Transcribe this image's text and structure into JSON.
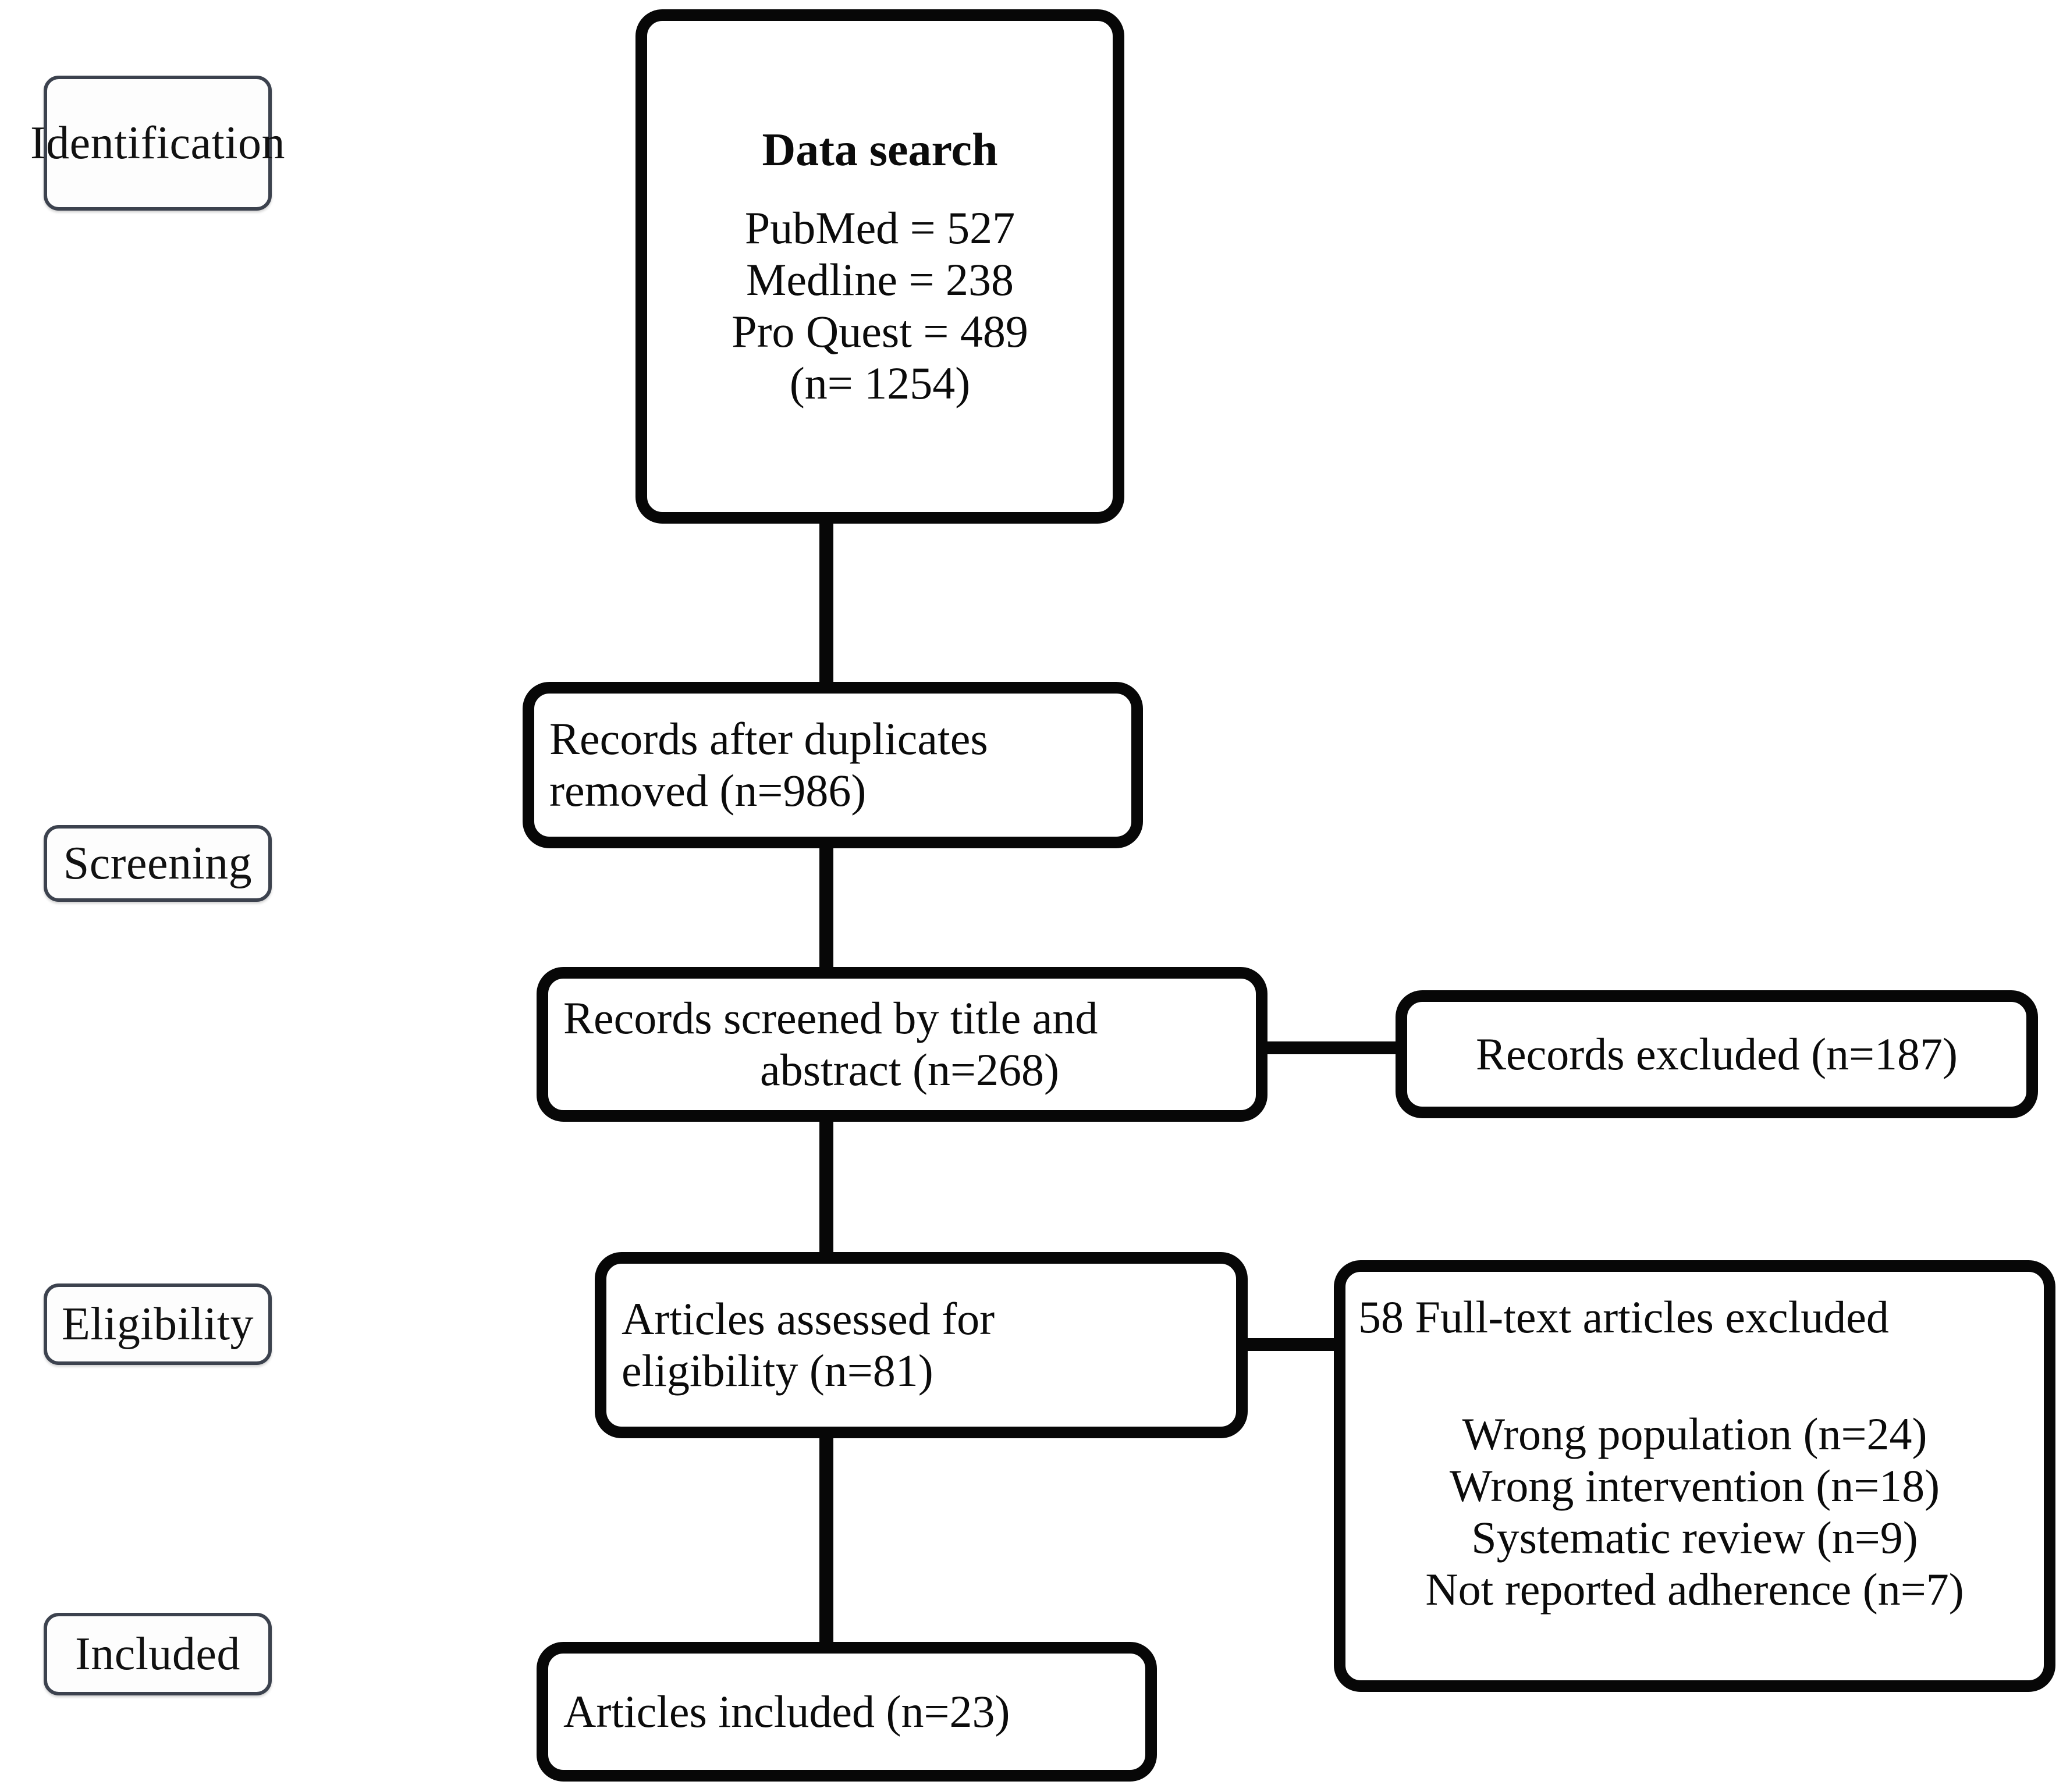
{
  "diagram": {
    "title": "PRISMA study selection flow diagram",
    "colors": {
      "box_border": "#070707",
      "label_border": "#3c424e",
      "background": "#ffffff",
      "text": "#0b0b0b"
    }
  },
  "phases": [
    {
      "id": "identification",
      "label": "Identification"
    },
    {
      "id": "screening",
      "label": "Screening"
    },
    {
      "id": "eligibility",
      "label": "Eligibility"
    },
    {
      "id": "included",
      "label": "Included"
    }
  ],
  "boxes": {
    "search": {
      "title": "Data search",
      "lines": [
        "PubMed = 527",
        "Medline = 238",
        "Pro Quest = 489",
        "(n= 1254)"
      ]
    },
    "duplicates": {
      "line1": "Records after duplicates",
      "line2": "removed (n=986)"
    },
    "screened": {
      "line1": "Records screened by title and",
      "line2": "abstract (n=268)"
    },
    "excluded": {
      "line1": "Records excluded (n=187)"
    },
    "assessed": {
      "line1": "Articles assessed for",
      "line2": "eligibility (n=81)"
    },
    "fulltext": {
      "heading": "58 Full-text articles excluded",
      "reasons": [
        "Wrong population (n=24)",
        "Wrong intervention (n=18)",
        "Systematic review (n=9)",
        "Not reported adherence (n=7)"
      ]
    },
    "included": {
      "line1": "Articles included (n=23)"
    }
  },
  "chart_data": {
    "type": "diagram",
    "title": "PRISMA flow diagram of study selection",
    "stages": [
      {
        "phase": "Identification",
        "node": "Data search",
        "sources": [
          {
            "name": "PubMed",
            "count": 527
          },
          {
            "name": "Medline",
            "count": 238
          },
          {
            "name": "Pro Quest",
            "count": 489
          }
        ],
        "total": 1254
      },
      {
        "phase": "Screening",
        "node": "Records after duplicates removed",
        "n": 986
      },
      {
        "phase": "Screening",
        "node": "Records screened by title and abstract",
        "n": 268,
        "excluded": {
          "node": "Records excluded",
          "n": 187
        }
      },
      {
        "phase": "Eligibility",
        "node": "Articles assessed for eligibility",
        "n": 81,
        "excluded": {
          "node": "Full-text articles excluded",
          "n": 58,
          "reasons": [
            {
              "reason": "Wrong population",
              "n": 24
            },
            {
              "reason": "Wrong intervention",
              "n": 18
            },
            {
              "reason": "Systematic review",
              "n": 9
            },
            {
              "reason": "Not reported adherence",
              "n": 7
            }
          ]
        }
      },
      {
        "phase": "Included",
        "node": "Articles included",
        "n": 23
      }
    ]
  }
}
